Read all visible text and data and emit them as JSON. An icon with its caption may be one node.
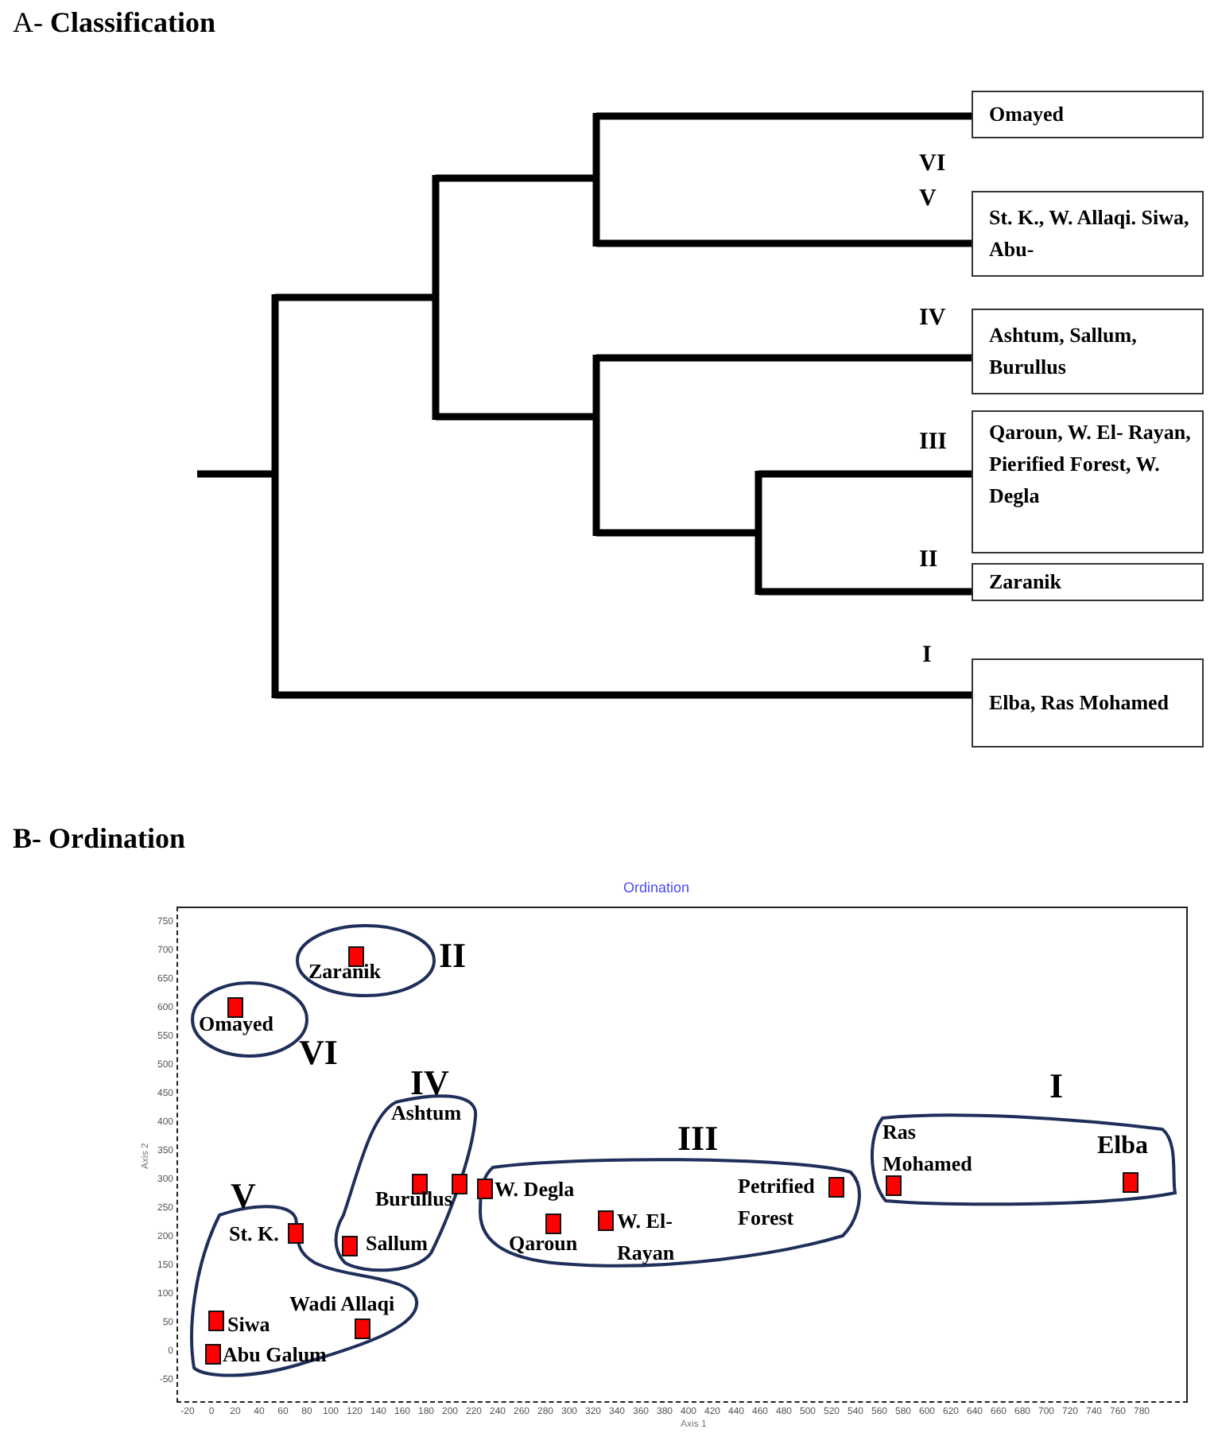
{
  "diagram": {
    "title": "A- **Classification**",
    "nodes": [
      {
        "text": [
          "Omayed"
        ],
        "beside": [
          "VI"
        ]
      },
      {
        "text": [
          "St. K., W. Allaqi. Siwa, Abu-"
        ],
        "beside": [
          "V"
        ]
      },
      {
        "text": [
          "Ashtum, Sallum, Burullus"
        ],
        "beside": [
          "IV"
        ]
      },
      {
        "text": [
          "Qaroun, W. El- Rayan, Pierified Forest, W. Degla"
        ],
        "beside": [
          "III"
        ]
      },
      {
        "text": [
          "Zaranik"
        ],
        "beside": [
          "II"
        ]
      },
      {
        "text": [
          "Elba, Ras Mohamed"
        ],
        "beside": [
          "I"
        ]
      },
      {
        "text": [],
        "shape": "ellipse",
        "beside": [
          "II"
        ]
      },
      {
        "text": [
          "Zaranik"
        ],
        "in": 6
      },
      {
        "text": [],
        "shape": "ellipse",
        "beside": [
          "VI"
        ]
      },
      {
        "text": [
          "Omayed"
        ],
        "in": 8
      },
      {
        "text": [],
        "shape": "ellipse",
        "beside": [
          "I"
        ]
      },
      {
        "text": [
          "Ras Mohamed"
        ],
        "in": 10
      },
      {
        "text": [
          "Elba"
        ],
        "in": 10
      },
      {
        "text": [],
        "shape": "ellipse",
        "beside": [
          "IV"
        ]
      },
      {
        "text": [
          "Ashtum"
        ],
        "in": 13
      },
      {
        "text": [
          "Burullus"
        ],
        "in": 13
      },
      {
        "text": [
          "Sallum"
        ],
        "in": 13
      },
      {
        "text": [],
        "shape": "ellipse",
        "beside": [
          "III"
        ]
      },
      {
        "text": [
          "W. Degla"
        ],
        "in": 17
      },
      {
        "text": [
          "Petrified Forest"
        ],
        "in": 17
      },
      {
        "text": [
          "Qaroun"
        ],
        "in": 17
      },
      {
        "text": [
          "W. El- Rayan"
        ],
        "in": 17
      },
      {
        "text": [],
        "shape": "ellipse",
        "beside": [
          "V"
        ]
      },
      {
        "text": [
          "St. K."
        ],
        "in": 22
      },
      {
        "text": [
          "Wadi Allaqi"
        ],
        "in": 22
      },
      {
        "text": [
          "Siwa"
        ],
        "in": 22
      },
      {
        "text": [
          "Abu Galum"
        ],
        "in": 22
      }
    ],
    "edges": [
      {
        "from": null,
        "to": 0,
        "arrow": "none"
      },
      {
        "from": null,
        "to": 1,
        "arrow": "none"
      },
      {
        "from": null,
        "to": 2,
        "arrow": "none"
      },
      {
        "from": null,
        "to": 3,
        "arrow": "none"
      },
      {
        "from": null,
        "to": 4,
        "arrow": "none"
      },
      {
        "from": null,
        "to": 5,
        "arrow": "none"
      }
    ],
    "labels": [
      "B- Ordination",
      "Ordination",
      "750",
      "700",
      "650",
      "600",
      "550",
      "500",
      "450",
      "400",
      "350",
      "300",
      "250",
      "200",
      "150",
      "100",
      "50",
      "0",
      "-50",
      "Axis 2",
      "-20",
      "0",
      "20",
      "40",
      "60",
      "80",
      "100",
      "120",
      "140",
      "160",
      "180",
      "200",
      "220",
      "240",
      "260",
      "280",
      "300",
      "320",
      "340",
      "360",
      "380",
      "400",
      "420",
      "440",
      "460",
      "480",
      "500",
      "520",
      "540",
      "560",
      "580",
      "600",
      "620",
      "640",
      "660",
      "680",
      "700",
      "720",
      "740",
      "760",
      "780",
      "Axis 1"
    ]
  }
}
